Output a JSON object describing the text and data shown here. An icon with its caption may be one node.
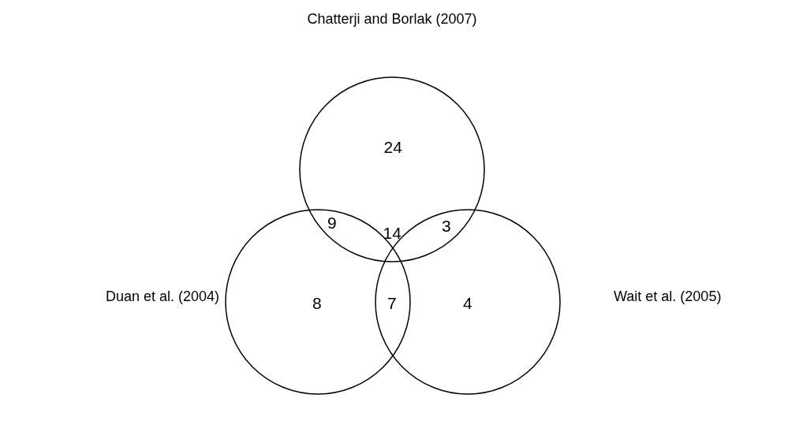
{
  "diagram": {
    "nodes": [
      {
        "text": [
          "Chatterji and Borlak (2007)",
          "24"
        ]
      },
      {
        "text": [
          "Duan et al. (2004)",
          "8"
        ]
      },
      {
        "text": [
          "Wait et al. (2005)",
          "4"
        ]
      }
    ],
    "edges": [],
    "labels": [
      "9",
      "3",
      "14",
      "7"
    ]
  }
}
